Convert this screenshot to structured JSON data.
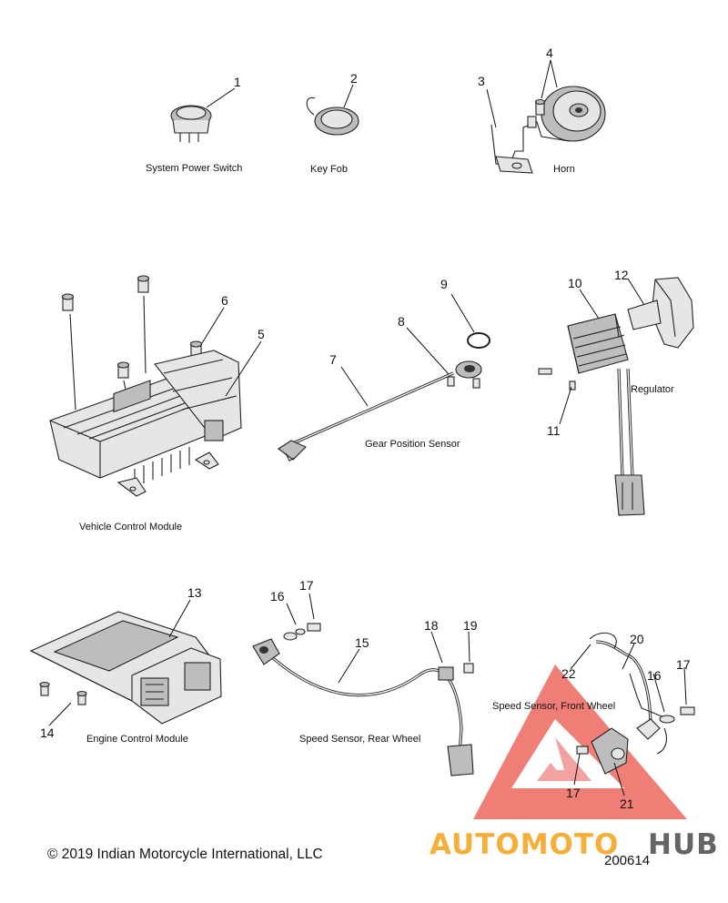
{
  "callouts": {
    "n1": "1",
    "n2": "2",
    "n3": "3",
    "n4": "4",
    "n5": "5",
    "n6": "6",
    "n7": "7",
    "n8": "8",
    "n9": "9",
    "n10": "10",
    "n11": "11",
    "n12": "12",
    "n13": "13",
    "n14": "14",
    "n15": "15",
    "n16a": "16",
    "n16b": "16",
    "n17a": "17",
    "n17b": "17",
    "n17c": "17",
    "n18": "18",
    "n19": "19",
    "n20": "20",
    "n21": "21",
    "n22": "22"
  },
  "captions": {
    "system_power_switch": "System Power Switch",
    "key_fob": "Key Fob",
    "horn": "Horn",
    "vehicle_control_module": "Vehicle Control Module",
    "gear_position_sensor": "Gear Position Sensor",
    "regulator": "Regulator",
    "engine_control_module": "Engine Control Module",
    "speed_sensor_rear": "Speed Sensor, Rear Wheel",
    "speed_sensor_front": "Speed Sensor, Front Wheel"
  },
  "footer": {
    "copyright": "© 2019 Indian Motorcycle International, LLC",
    "figure_number": "200614"
  },
  "watermark": {
    "part1": "AUTOMOTO",
    "part2": "HUB",
    "colors": {
      "triangle": "#e8463c",
      "orange": "#f6a623",
      "gray": "#555555"
    }
  }
}
